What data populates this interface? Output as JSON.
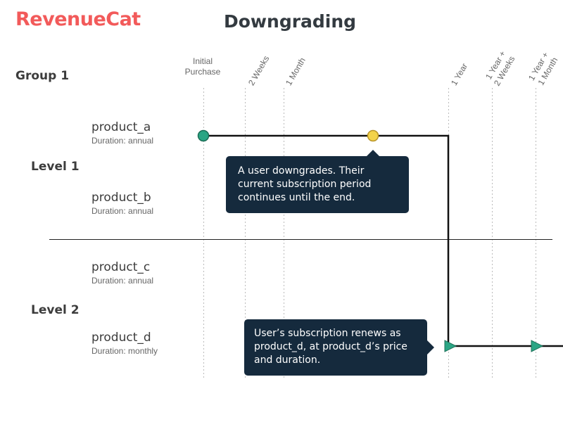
{
  "logo": {
    "text": "RevenueCat",
    "color": "#F25A5A"
  },
  "title": "Downgrading",
  "group": {
    "label": "Group 1"
  },
  "levels": [
    {
      "label": "Level 1"
    },
    {
      "label": "Level 2"
    }
  ],
  "products": [
    {
      "name": "product_a",
      "duration": "Duration: annual"
    },
    {
      "name": "product_b",
      "duration": "Duration: annual"
    },
    {
      "name": "product_c",
      "duration": "Duration: annual"
    },
    {
      "name": "product_d",
      "duration": "Duration: monthly"
    }
  ],
  "timeline": {
    "ticks": [
      {
        "lines": [
          "Initial",
          "Purchase"
        ]
      },
      {
        "lines": [
          "2 Weeks"
        ]
      },
      {
        "lines": [
          "1 Month"
        ]
      },
      {
        "lines": [
          "1 Year"
        ]
      },
      {
        "lines": [
          "1 Year +",
          "2 Weeks"
        ]
      },
      {
        "lines": [
          "1 Year +",
          "1 Month"
        ]
      }
    ]
  },
  "markers": [
    {
      "kind": "purchase",
      "shape": "circle",
      "color": "#2BA584",
      "stroke": "#1c6e57"
    },
    {
      "kind": "downgrade",
      "shape": "circle",
      "color": "#F3D34A",
      "stroke": "#b8952a"
    },
    {
      "kind": "renewal",
      "shape": "triangle",
      "color": "#2BA584"
    },
    {
      "kind": "renewal",
      "shape": "triangle",
      "color": "#2BA584"
    }
  ],
  "callouts": [
    {
      "text": "A user downgrades. Their current subscription period continues until the end."
    },
    {
      "text": "User’s subscription renews as product_d, at product_d’s price and duration."
    }
  ],
  "colors": {
    "callout_bg": "#152a3d",
    "grid_line": "#bbbbbb",
    "path": "#111111"
  }
}
